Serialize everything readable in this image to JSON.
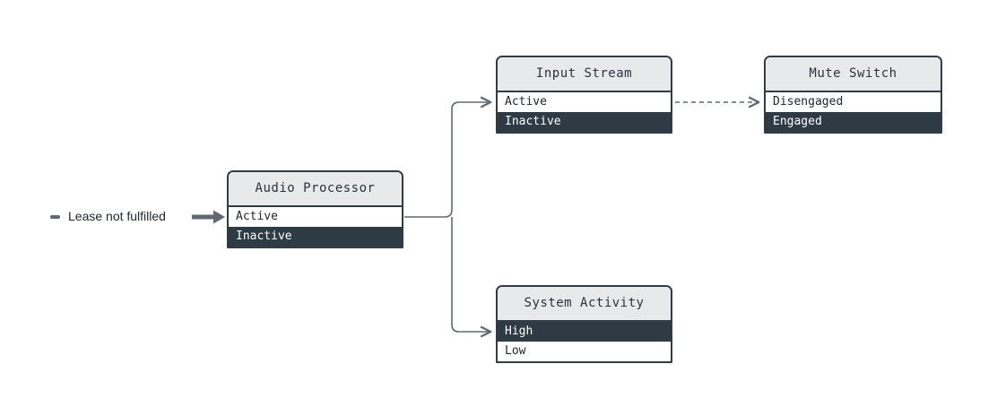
{
  "annotation": {
    "label": "Lease not fulfilled"
  },
  "nodes": {
    "audio_processor": {
      "title": "Audio Processor",
      "states": [
        {
          "label": "Active",
          "highlighted": false
        },
        {
          "label": "Inactive",
          "highlighted": true
        }
      ]
    },
    "input_stream": {
      "title": "Input Stream",
      "states": [
        {
          "label": "Active",
          "highlighted": false
        },
        {
          "label": "Inactive",
          "highlighted": true
        }
      ]
    },
    "mute_switch": {
      "title": "Mute Switch",
      "states": [
        {
          "label": "Disengaged",
          "highlighted": false
        },
        {
          "label": "Engaged",
          "highlighted": true
        }
      ]
    },
    "system_activity": {
      "title": "System Activity",
      "states": [
        {
          "label": "High",
          "highlighted": true
        },
        {
          "label": "Low",
          "highlighted": false
        }
      ]
    }
  },
  "edges": [
    {
      "from": "audio_processor.Active",
      "to": "input_stream.Active",
      "style": "solid"
    },
    {
      "from": "audio_processor.Active",
      "to": "system_activity.High",
      "style": "solid"
    },
    {
      "from": "input_stream.Active",
      "to": "mute_switch.Disengaged",
      "style": "dashed"
    },
    {
      "from": "annotation",
      "to": "audio_processor.Active",
      "style": "thick"
    }
  ],
  "colors": {
    "dark": "#2e3a44",
    "header": "#e7e9eb",
    "border": "#333b44",
    "arrow": "#5f6873"
  }
}
